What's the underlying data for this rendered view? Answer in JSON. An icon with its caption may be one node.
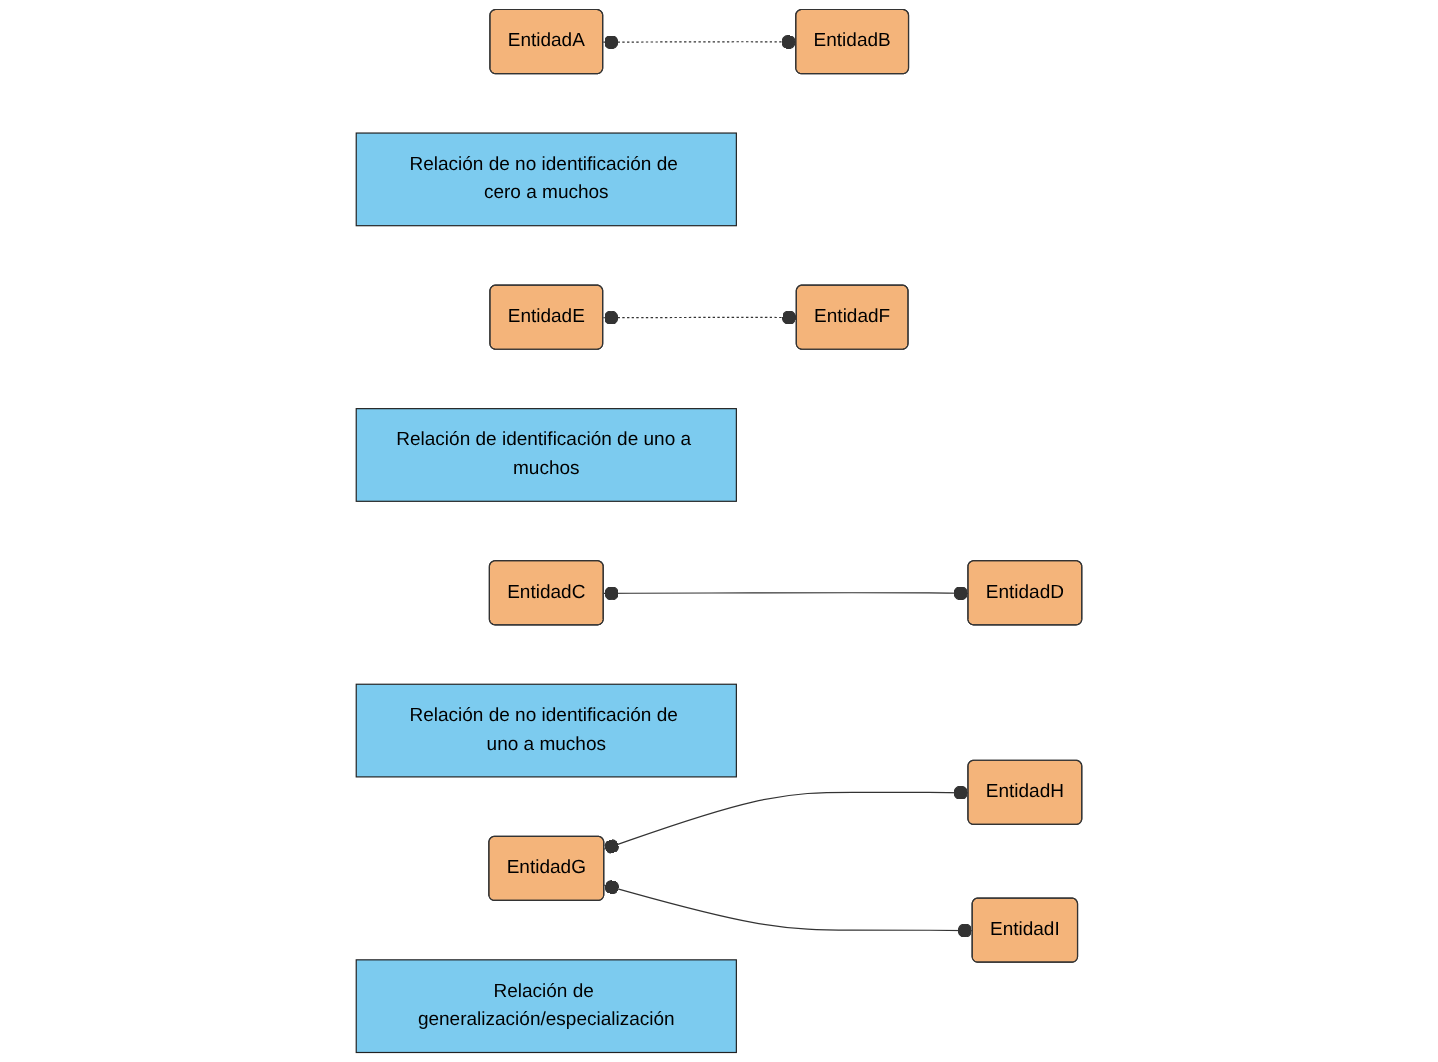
{
  "diagram": {
    "nodes": [
      {
        "text": [
          "EntidadA"
        ]
      },
      {
        "text": [
          "EntidadB"
        ]
      },
      {
        "text": [
          "Relación de no identificación de cero a muchos"
        ]
      },
      {
        "text": [
          "EntidadC"
        ]
      },
      {
        "text": [
          "EntidadD"
        ]
      },
      {
        "text": [
          "Relación de identificación de uno a muchos"
        ]
      },
      {
        "text": [
          "EntidadE"
        ]
      },
      {
        "text": [
          "EntidadF"
        ]
      },
      {
        "text": [
          "Relación de no identificación de uno a muchos"
        ]
      },
      {
        "text": [
          "EntidadG"
        ]
      },
      {
        "text": [
          "Relación de generalización/especialización"
        ]
      },
      {
        "text": [
          "EntidadH"
        ]
      },
      {
        "text": [
          "EntidadI"
        ]
      }
    ],
    "edges": [
      {
        "from": 0,
        "to": 1,
        "arrow": "other",
        "style": "dashed"
      },
      {
        "from": 3,
        "to": 4,
        "arrow": "other"
      },
      {
        "from": 6,
        "to": 7,
        "arrow": "other",
        "style": "dashed"
      },
      {
        "from": 9,
        "to": 11,
        "arrow": "other"
      },
      {
        "from": 9,
        "to": 12,
        "arrow": "other"
      }
    ]
  }
}
